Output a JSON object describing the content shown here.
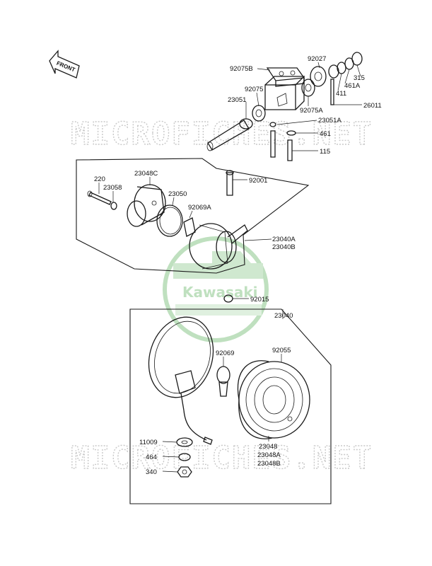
{
  "watermarks": {
    "site_top": "MICROFICHES.NET",
    "site_bottom": "MICROFICHES.NET",
    "brand": "Kawasaki"
  },
  "direction_arrow": {
    "label": "FRONT"
  },
  "parts": {
    "p92075B": "92075B",
    "p92027": "92027",
    "p315": "315",
    "p461A": "461A",
    "p411": "411",
    "p92075": "92075",
    "p23051": "23051",
    "p92075A": "92075A",
    "p26011": "26011",
    "p23051A": "23051A",
    "p461": "461",
    "p115": "115",
    "p92001": "92001",
    "p220": "220",
    "p23048C": "23048C",
    "p23058": "23058",
    "p23050": "23050",
    "p92069A": "92069A",
    "p23040A": "23040A",
    "p23040B": "23040B",
    "p92015": "92015",
    "p23040": "23040",
    "p92069": "92069",
    "p92055": "92055",
    "p11009": "11009",
    "p464": "464",
    "p340": "340",
    "p23048": "23048",
    "p23048A": "23048A",
    "p23048B": "23048B"
  }
}
